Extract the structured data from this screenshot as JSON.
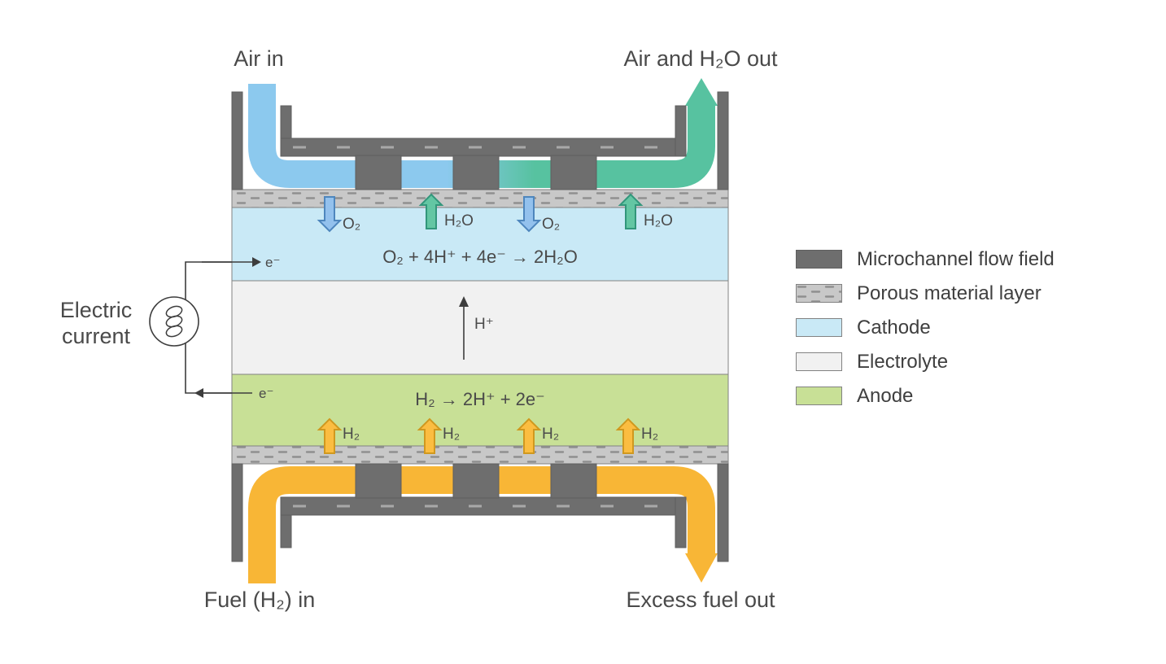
{
  "labels": {
    "air_in": "Air in",
    "air_out": "Air and H₂O out",
    "fuel_in": "Fuel (H₂) in",
    "fuel_out": "Excess fuel out",
    "electric_current_line1": "Electric",
    "electric_current_line2": "current"
  },
  "reactions": {
    "cathode": "O₂ + 4H⁺ + 4e⁻  →  2H₂O",
    "anode": "H₂  →  2H⁺ + 2e⁻"
  },
  "species": {
    "o2": "O₂",
    "h2o": "H₂O",
    "h2": "H₂",
    "proton": "H⁺",
    "electron": "e⁻"
  },
  "legend": {
    "items": [
      {
        "label": "Microchannel flow field",
        "color": "#6e6e6e"
      },
      {
        "label": "Porous material layer",
        "color": "#c8c8c8"
      },
      {
        "label": "Cathode",
        "color": "#c9e9f6"
      },
      {
        "label": "Electrolyte",
        "color": "#f1f1f1"
      },
      {
        "label": "Anode",
        "color": "#c8e096"
      }
    ]
  },
  "colors": {
    "flow_field": "#6e6e6e",
    "porous_layer": "#c8c8c8",
    "cathode": "#c9e9f6",
    "electrolyte": "#f1f1f1",
    "anode": "#c8e096",
    "air_flow": "#8cc9ee",
    "water_flow": "#57c2a0",
    "fuel_flow": "#f8b636",
    "text": "#4a4a4a"
  }
}
